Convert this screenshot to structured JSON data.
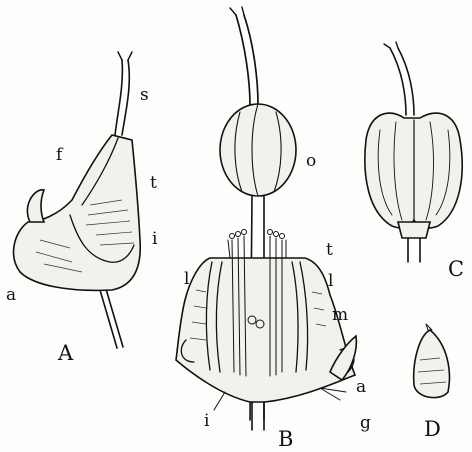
{
  "figure": {
    "panels": {
      "A": "A",
      "B": "B",
      "C": "C",
      "D": "D"
    },
    "labels": {
      "s": "s",
      "f": "f",
      "t_A": "t",
      "i_A": "i",
      "a_A": "a",
      "o": "o",
      "t_B": "t",
      "l_left": "l",
      "l_right": "l",
      "m": "m",
      "a_B": "a",
      "g": "g",
      "i_B": "i"
    }
  }
}
